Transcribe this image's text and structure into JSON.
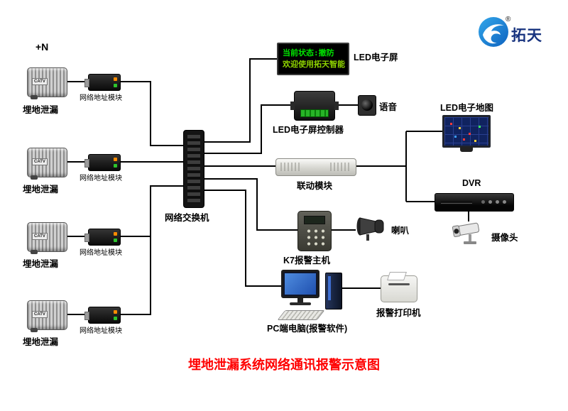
{
  "logo": {
    "brand_text": "拓天",
    "registered_mark": "®"
  },
  "top_left_note": "+N",
  "title": "埋地泄漏系统网络通讯报警示意图",
  "colors": {
    "title_red": "#ff0000",
    "led_green": "#00e400",
    "line_black": "#000000",
    "logo_blue": "#1488d8"
  },
  "detectors": [
    {
      "label": "埋地泄漏",
      "badge": "CATV"
    },
    {
      "label": "埋地泄漏",
      "badge": "CATV"
    },
    {
      "label": "埋地泄漏",
      "badge": "CATV"
    },
    {
      "label": "埋地泄漏",
      "badge": "CATV"
    }
  ],
  "modules": [
    {
      "label": "网络地址模块"
    },
    {
      "label": "网络地址模块"
    },
    {
      "label": "网络地址模块"
    },
    {
      "label": "网络地址模块"
    }
  ],
  "network_switch": {
    "label": "网络交换机"
  },
  "led_screen": {
    "label": "LED电子屏",
    "display_line1": "当前状态:撤防",
    "display_line2": "欢迎使用拓天智能"
  },
  "led_controller": {
    "label": "LED电子屏控制器"
  },
  "voice": {
    "label": "语音"
  },
  "linkage_module": {
    "label": "联动模块"
  },
  "led_map": {
    "label": "LED电子地图"
  },
  "dvr": {
    "label": "DVR"
  },
  "camera": {
    "label": "摄像头"
  },
  "alarm_host": {
    "label": "K7报警主机"
  },
  "horn": {
    "label": "喇叭"
  },
  "pc": {
    "label": "PC端电脑(报警软件)"
  },
  "printer": {
    "label": "报警打印机"
  }
}
